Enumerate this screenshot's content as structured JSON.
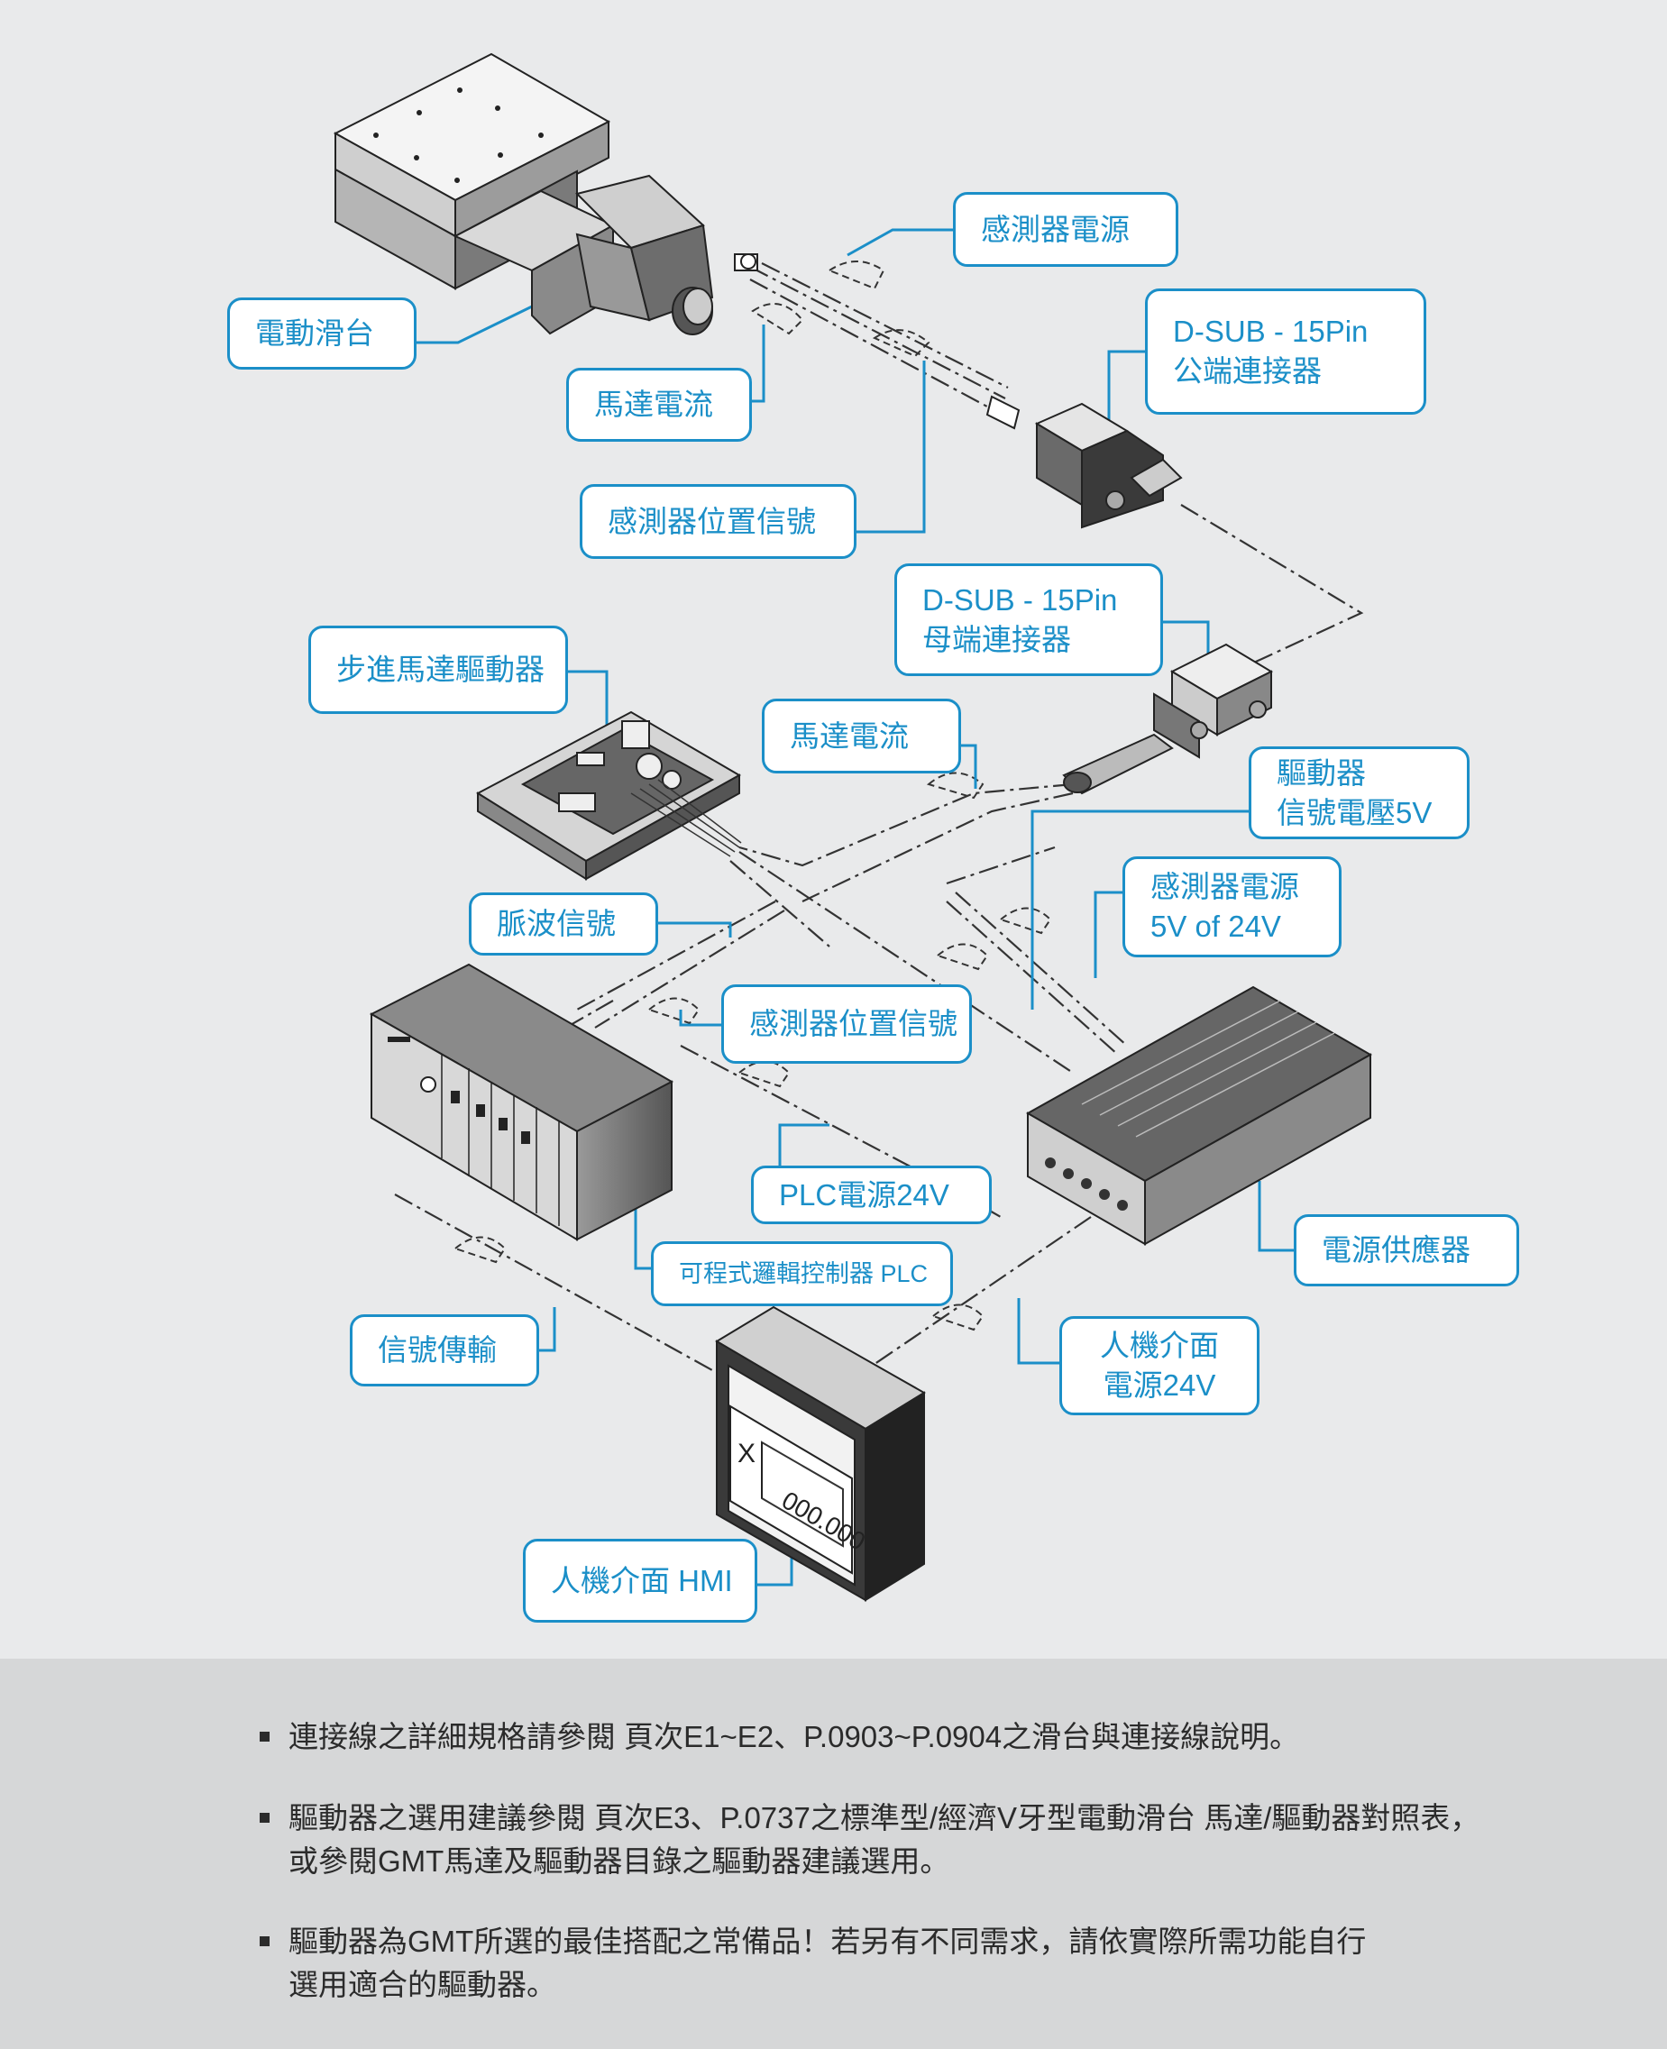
{
  "labels": {
    "stage": "電動滑台",
    "motor_current_top": "馬達電流",
    "sensor_power_top": "感測器電源",
    "sensor_position_top": "感測器位置信號",
    "dsub_male_1": "D-SUB - 15Pin",
    "dsub_male_2": "公端連接器",
    "dsub_female_1": "D-SUB - 15Pin",
    "dsub_female_2": "母端連接器",
    "stepper_driver": "步進馬達驅動器",
    "motor_current_mid": "馬達電流",
    "driver_voltage_1": "驅動器",
    "driver_voltage_2": "信號電壓5V",
    "sensor_power_mid_1": "感測器電源",
    "sensor_power_mid_2": "5V of 24V",
    "pulse_signal": "脈波信號",
    "sensor_position_mid": "感測器位置信號",
    "plc_power": "PLC電源24V",
    "power_supply": "電源供應器",
    "plc": "可程式邏輯控制器 PLC",
    "signal_transmission": "信號傳輸",
    "hmi_power_1": "人機介面",
    "hmi_power_2": "電源24V",
    "hmi": "人機介面 HMI"
  },
  "hmi_display": {
    "axis": "X",
    "value": "000.000"
  },
  "notes": [
    [
      "連接線之詳細規格請參閱  頁次E1~E2、P.0903~P.0904之滑台與連接線說明。"
    ],
    [
      "驅動器之選用建議參閱  頁次E3、P.0737之標準型/經濟V牙型電動滑台  馬達/驅動器對照表，",
      "或參閱GMT馬達及驅動器目錄之驅動器建議選用。"
    ],
    [
      "驅動器為GMT所選的最佳搭配之常備品！若另有不同需求，請依實際所需功能自行",
      "選用適合的驅動器。"
    ]
  ],
  "colors": {
    "accent": "#1b8fc8",
    "diagram_bg": "#e9eaeb",
    "notes_bg": "#d6d7d8",
    "line": "#333333"
  }
}
